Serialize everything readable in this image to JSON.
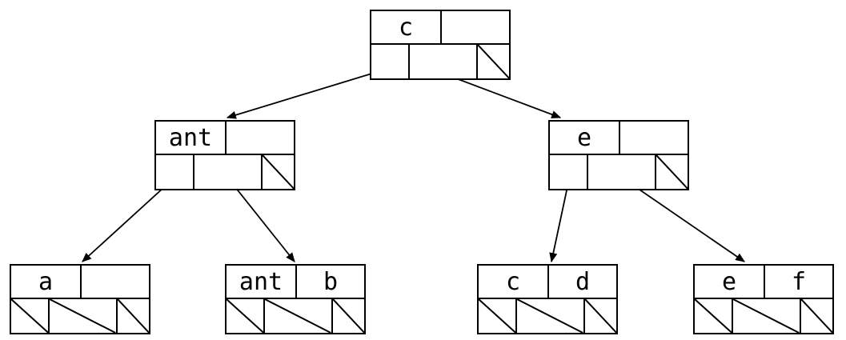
{
  "diagram": {
    "type": "2-3-search-tree",
    "colors": {
      "line": "#000000",
      "background": "#ffffff"
    },
    "nodes": {
      "root": {
        "key1": "c",
        "key2": "",
        "nil_pointers": [
          3
        ]
      },
      "left": {
        "key1": "ant",
        "key2": "",
        "nil_pointers": [
          3
        ]
      },
      "right": {
        "key1": "e",
        "key2": "",
        "nil_pointers": [
          3
        ]
      },
      "leaf1": {
        "key1": "a",
        "key2": "",
        "nil_pointers": [
          1,
          2,
          3
        ]
      },
      "leaf2": {
        "key1": "ant",
        "key2": "b",
        "nil_pointers": [
          1,
          2,
          3
        ]
      },
      "leaf3": {
        "key1": "c",
        "key2": "d",
        "nil_pointers": [
          1,
          2,
          3
        ]
      },
      "leaf4": {
        "key1": "e",
        "key2": "f",
        "nil_pointers": [
          1,
          2,
          3
        ]
      }
    },
    "edges": [
      {
        "from": "root",
        "pointer": 1,
        "to": "left"
      },
      {
        "from": "root",
        "pointer": 2,
        "to": "right"
      },
      {
        "from": "left",
        "pointer": 1,
        "to": "leaf1"
      },
      {
        "from": "left",
        "pointer": 2,
        "to": "leaf2"
      },
      {
        "from": "right",
        "pointer": 1,
        "to": "leaf3"
      },
      {
        "from": "right",
        "pointer": 2,
        "to": "leaf4"
      }
    ]
  }
}
